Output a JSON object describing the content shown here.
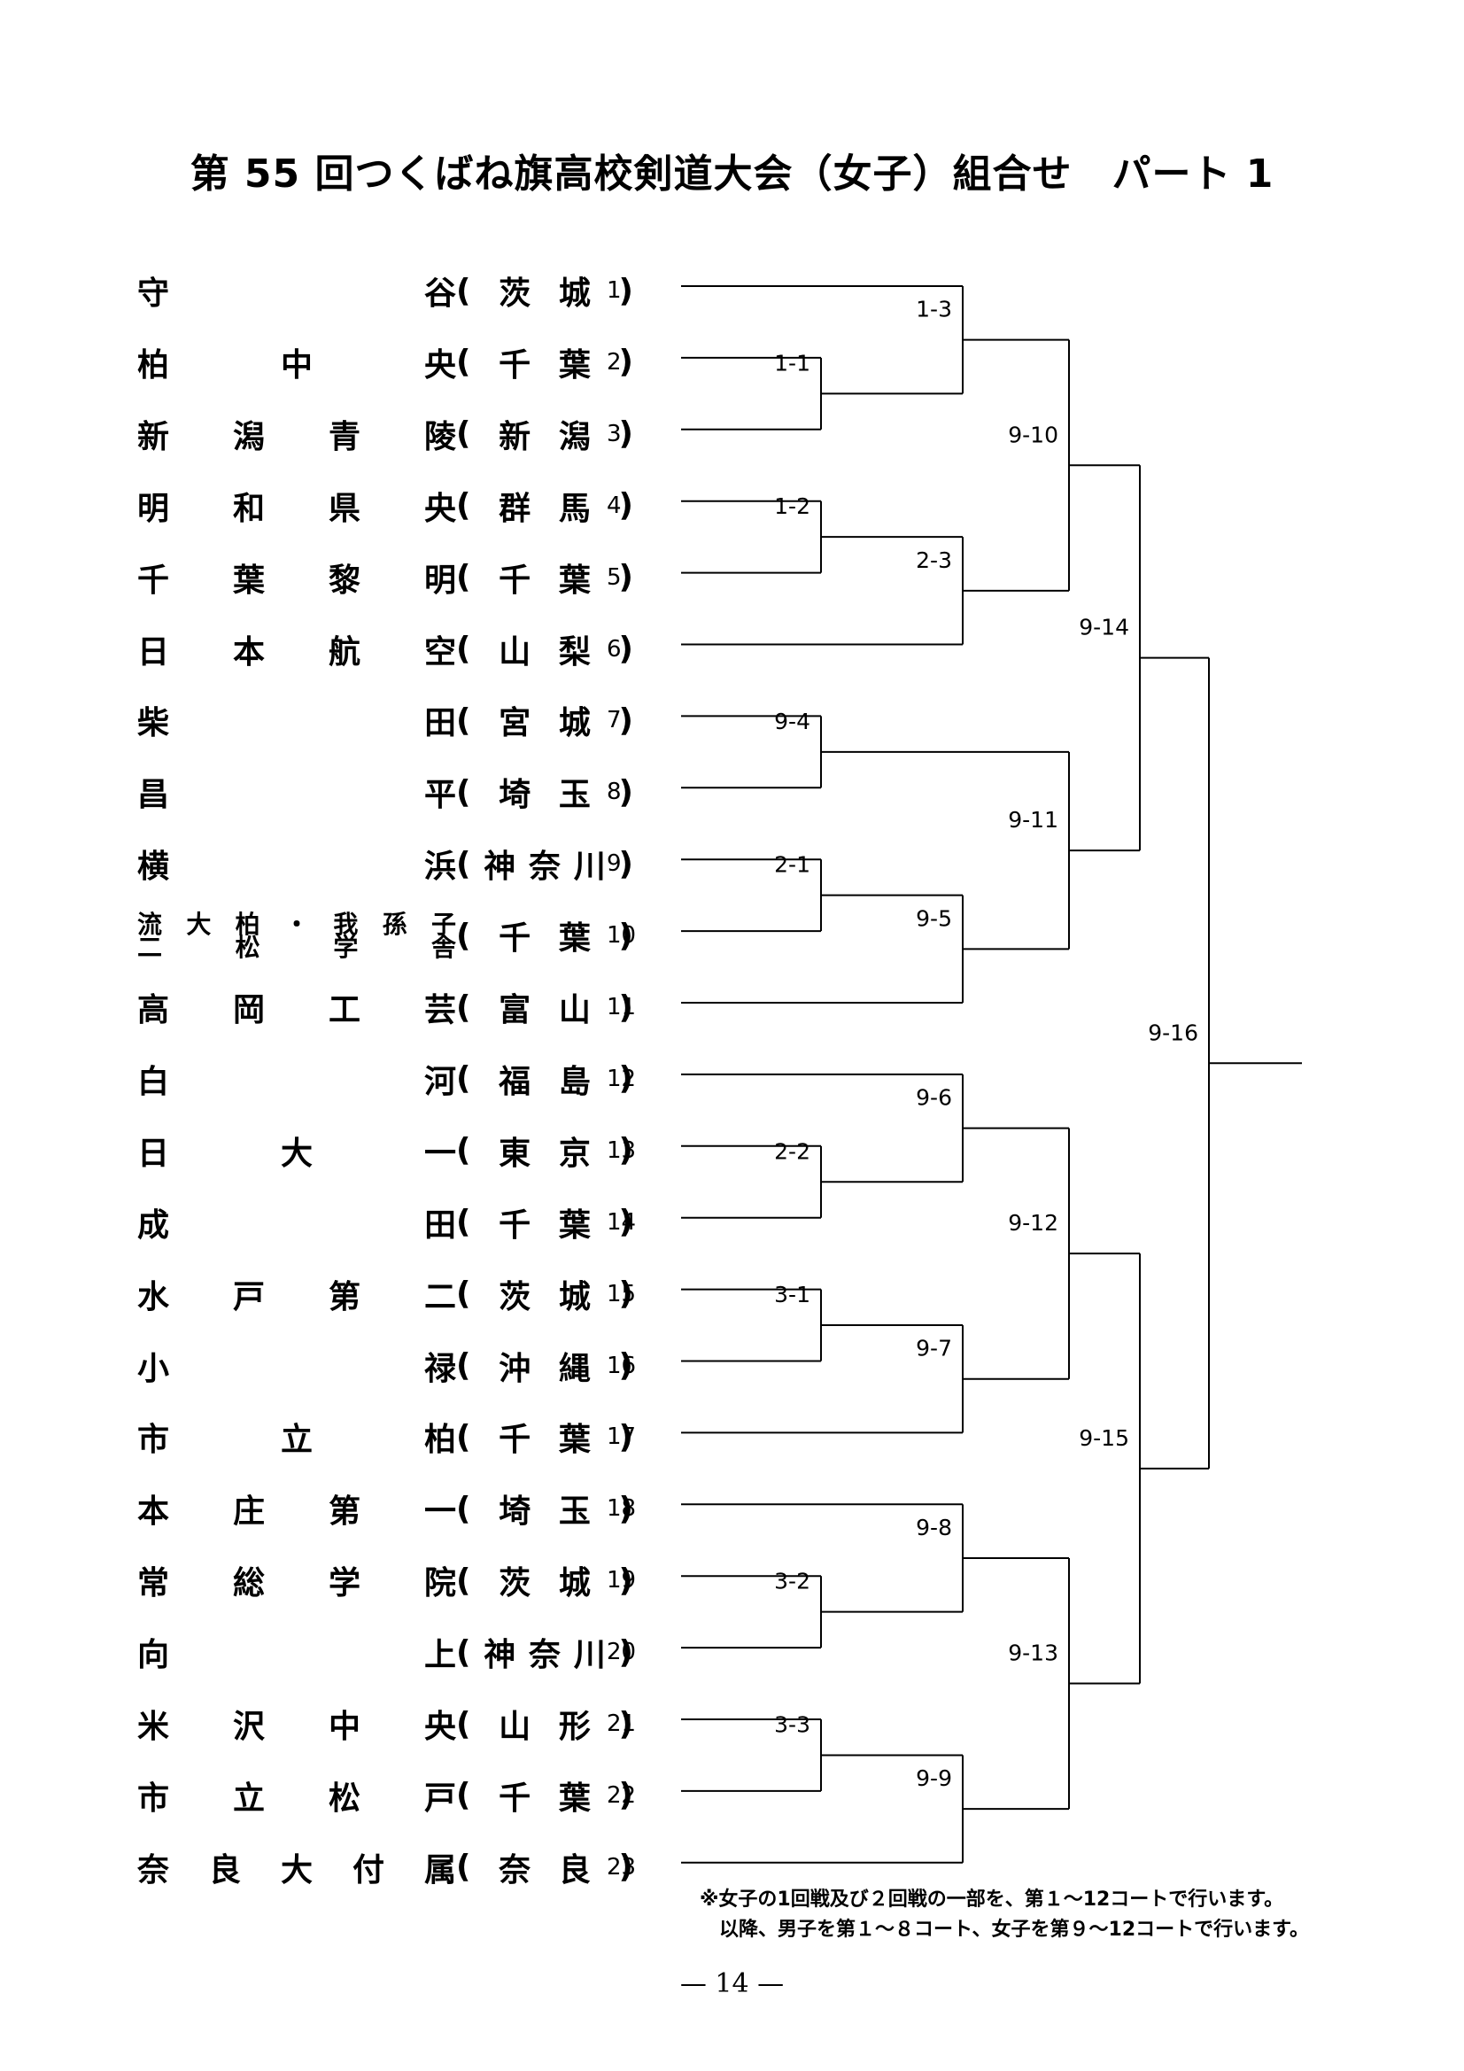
{
  "title": "第 55 回つくばね旗高校剣道大会（女子）組合せ　パート 1",
  "teams": [
    {
      "num": "1",
      "name": [
        "守",
        "谷"
      ],
      "pref": [
        "(",
        "茨",
        "城",
        ")"
      ]
    },
    {
      "num": "2",
      "name": [
        "柏",
        "中",
        "央"
      ],
      "pref": [
        "(",
        "千",
        "葉",
        ")"
      ]
    },
    {
      "num": "3",
      "name": [
        "新",
        "潟",
        "青",
        "陵"
      ],
      "pref": [
        "(",
        "新",
        "潟",
        ")"
      ]
    },
    {
      "num": "4",
      "name": [
        "明",
        "和",
        "県",
        "央"
      ],
      "pref": [
        "(",
        "群",
        "馬",
        ")"
      ]
    },
    {
      "num": "5",
      "name": [
        "千",
        "葉",
        "黎",
        "明"
      ],
      "pref": [
        "(",
        "千",
        "葉",
        ")"
      ]
    },
    {
      "num": "6",
      "name": [
        "日",
        "本",
        "航",
        "空"
      ],
      "pref": [
        "(",
        "山",
        "梨",
        ")"
      ]
    },
    {
      "num": "7",
      "name": [
        "柴",
        "田"
      ],
      "pref": [
        "(",
        "宮",
        "城",
        ")"
      ]
    },
    {
      "num": "8",
      "name": [
        "昌",
        "平"
      ],
      "pref": [
        "(",
        "埼",
        "玉",
        ")"
      ]
    },
    {
      "num": "9",
      "name": [
        "横",
        "浜"
      ],
      "pref": [
        "(",
        "神",
        "奈",
        "川",
        ")"
      ]
    },
    {
      "num": "10",
      "name_lines": [
        [
          "流",
          "大",
          "柏",
          "・",
          "我",
          "孫",
          "子"
        ],
        [
          "二",
          "松",
          "学",
          "舎"
        ]
      ],
      "pref": [
        "(",
        "千",
        "葉",
        ")"
      ]
    },
    {
      "num": "11",
      "name": [
        "高",
        "岡",
        "工",
        "芸"
      ],
      "pref": [
        "(",
        "富",
        "山",
        ")"
      ]
    },
    {
      "num": "12",
      "name": [
        "白",
        "河"
      ],
      "pref": [
        "(",
        "福",
        "島",
        ")"
      ]
    },
    {
      "num": "13",
      "name": [
        "日",
        "大",
        "一"
      ],
      "pref": [
        "(",
        "東",
        "京",
        ")"
      ]
    },
    {
      "num": "14",
      "name": [
        "成",
        "田"
      ],
      "pref": [
        "(",
        "千",
        "葉",
        ")"
      ]
    },
    {
      "num": "15",
      "name": [
        "水",
        "戸",
        "第",
        "二"
      ],
      "pref": [
        "(",
        "茨",
        "城",
        ")"
      ]
    },
    {
      "num": "16",
      "name": [
        "小",
        "禄"
      ],
      "pref": [
        "(",
        "沖",
        "縄",
        ")"
      ]
    },
    {
      "num": "17",
      "name": [
        "市",
        "立",
        "柏"
      ],
      "pref": [
        "(",
        "千",
        "葉",
        ")"
      ]
    },
    {
      "num": "18",
      "name": [
        "本",
        "庄",
        "第",
        "一"
      ],
      "pref": [
        "(",
        "埼",
        "玉",
        ")"
      ]
    },
    {
      "num": "19",
      "name": [
        "常",
        "総",
        "学",
        "院"
      ],
      "pref": [
        "(",
        "茨",
        "城",
        ")"
      ]
    },
    {
      "num": "20",
      "name": [
        "向",
        "上"
      ],
      "pref": [
        "(",
        "神",
        "奈",
        "川",
        ")"
      ]
    },
    {
      "num": "21",
      "name": [
        "米",
        "沢",
        "中",
        "央"
      ],
      "pref": [
        "(",
        "山",
        "形",
        ")"
      ]
    },
    {
      "num": "22",
      "name": [
        "市",
        "立",
        "松",
        "戸"
      ],
      "pref": [
        "(",
        "千",
        "葉",
        ")"
      ]
    },
    {
      "num": "23",
      "name": [
        "奈",
        "良",
        "大",
        "付",
        "属"
      ],
      "pref": [
        "(",
        "奈",
        "良",
        ")"
      ]
    }
  ],
  "matches": [
    {
      "id": "1-1",
      "a": "t2",
      "b": "t3"
    },
    {
      "id": "1-2",
      "a": "t4",
      "b": "t5"
    },
    {
      "id": "2-1",
      "a": "t9",
      "b": "t10"
    },
    {
      "id": "2-2",
      "a": "t13",
      "b": "t14"
    },
    {
      "id": "3-1",
      "a": "t15",
      "b": "t16"
    },
    {
      "id": "3-2",
      "a": "t19",
      "b": "t20"
    },
    {
      "id": "3-3",
      "a": "t21",
      "b": "t22"
    },
    {
      "id": "1-3",
      "a": "t1",
      "b": "1-1"
    },
    {
      "id": "2-3",
      "a": "1-2",
      "b": "t6"
    },
    {
      "id": "9-4",
      "a": "t7",
      "b": "t8"
    },
    {
      "id": "9-5",
      "a": "2-1",
      "b": "t11"
    },
    {
      "id": "9-6",
      "a": "t12",
      "b": "2-2"
    },
    {
      "id": "9-7",
      "a": "3-1",
      "b": "t17"
    },
    {
      "id": "9-8",
      "a": "t18",
      "b": "3-2"
    },
    {
      "id": "9-9",
      "a": "3-3",
      "b": "t23"
    },
    {
      "id": "9-10",
      "a": "1-3",
      "b": "2-3"
    },
    {
      "id": "9-11",
      "a": "9-4",
      "b": "9-5"
    },
    {
      "id": "9-12",
      "a": "9-6",
      "b": "9-7"
    },
    {
      "id": "9-13",
      "a": "9-8",
      "b": "9-9"
    },
    {
      "id": "9-14",
      "a": "9-10",
      "b": "9-11"
    },
    {
      "id": "9-15",
      "a": "9-12",
      "b": "9-13"
    },
    {
      "id": "9-16",
      "a": "9-14",
      "b": "9-15"
    }
  ],
  "notes": [
    "※女子の1回戦及び２回戦の一部を、第１～12コートで行います。",
    "　以降、男子を第１～８コート、女子を第９～12コートで行います。"
  ],
  "page_number": "— 14 —"
}
